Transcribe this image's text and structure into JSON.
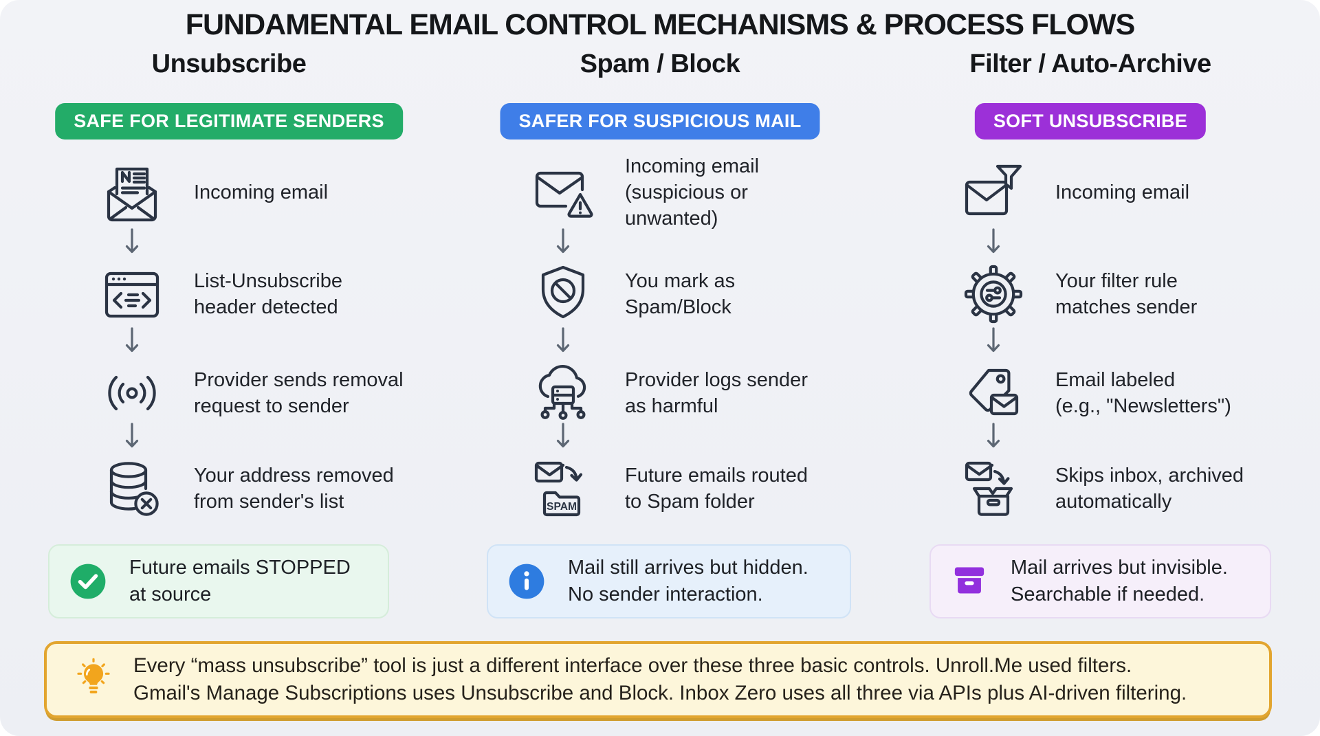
{
  "title": "FUNDAMENTAL EMAIL CONTROL MECHANISMS & PROCESS FLOWS",
  "columns": [
    {
      "heading": "Unsubscribe",
      "badge": {
        "label": "SAFE FOR LEGITIMATE SENDERS",
        "color": "#23ac68"
      },
      "steps": [
        {
          "icon": "newsletter-envelope-icon",
          "label": "Incoming email"
        },
        {
          "icon": "code-window-icon",
          "label": "List-Unsubscribe\nheader detected"
        },
        {
          "icon": "broadcast-signal-icon",
          "label": "Provider sends removal\nrequest to sender"
        },
        {
          "icon": "database-remove-icon",
          "label": "Your address removed\nfrom sender's list"
        }
      ],
      "result": {
        "icon": "check-circle-icon",
        "label": "Future emails STOPPED\nat source",
        "accent": "#1fad68",
        "bg": "#e9f7ee"
      }
    },
    {
      "heading": "Spam / Block",
      "badge": {
        "label": "SAFER FOR SUSPICIOUS MAIL",
        "color": "#3f7ee8"
      },
      "steps": [
        {
          "icon": "mail-alert-icon",
          "label": "Incoming email\n(suspicious or unwanted)"
        },
        {
          "icon": "shield-block-icon",
          "label": "You mark as\nSpam/Block"
        },
        {
          "icon": "cloud-server-icon",
          "label": "Provider logs sender\nas harmful"
        },
        {
          "icon": "mail-to-spam-folder-icon",
          "label": "Future emails routed\nto Spam folder"
        }
      ],
      "result": {
        "icon": "info-circle-icon",
        "label": "Mail still arrives but hidden.\nNo sender interaction.",
        "accent": "#2e7ce0",
        "bg": "#e6f0fb"
      }
    },
    {
      "heading": "Filter / Auto-Archive",
      "badge": {
        "label": "SOFT UNSUBSCRIBE",
        "color": "#9c30d8"
      },
      "steps": [
        {
          "icon": "mail-funnel-icon",
          "label": "Incoming email"
        },
        {
          "icon": "gear-filter-icon",
          "label": "Your filter rule\nmatches sender"
        },
        {
          "icon": "tag-mail-icon",
          "label": "Email labeled\n(e.g., \"Newsletters\")"
        },
        {
          "icon": "mail-to-archive-icon",
          "label": "Skips inbox, archived\nautomatically"
        }
      ],
      "result": {
        "icon": "archive-box-icon",
        "label": "Mail arrives but invisible.\nSearchable if needed.",
        "accent": "#9230dd",
        "bg": "#f6effa"
      }
    }
  ],
  "note": {
    "icon": "lightbulb-icon",
    "text": "Every “mass unsubscribe” tool is just a different interface over these three basic controls. Unroll.Me used filters.\nGmail's Manage Subscriptions uses Unsubscribe and Block. Inbox Zero uses all three via APIs plus AI-driven filtering."
  },
  "folder_label": "SPAM",
  "colors": {
    "canvas_bg": "#eff1f5",
    "icon_stroke": "#2b3444",
    "arrow": "#5c6673",
    "note_bg": "#fdf6da",
    "note_border": "#e2a52f",
    "bulb": "#f2a51d"
  }
}
